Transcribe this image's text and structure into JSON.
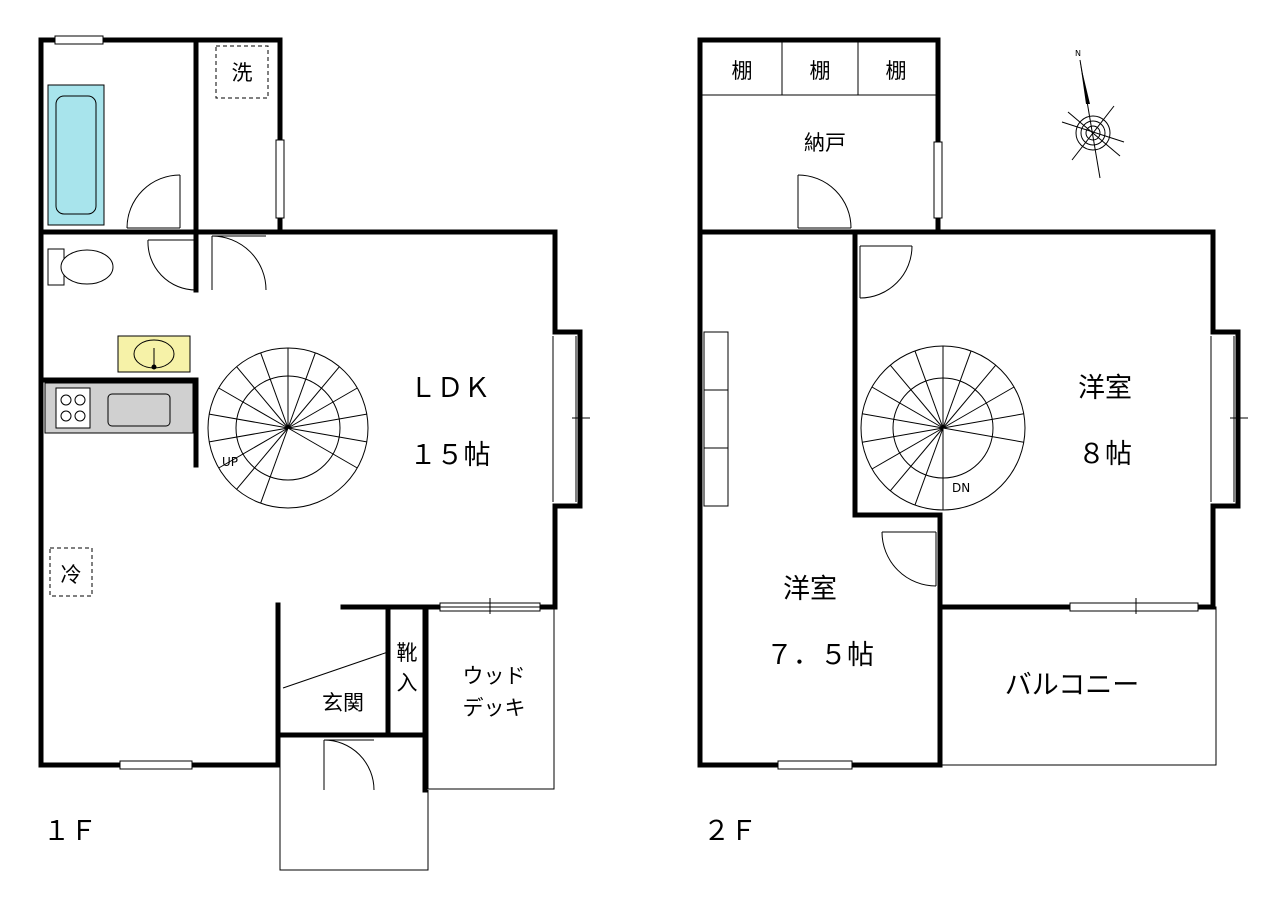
{
  "floor1": {
    "label": "１Ｆ",
    "ldk_name": "ＬＤＫ",
    "ldk_size": "１５帖",
    "stairs": "UP",
    "laundry": "洗",
    "fridge": "冷",
    "entrance": "玄関",
    "shoe_closet_1": "靴",
    "shoe_closet_2": "入",
    "deck_1": "ウッド",
    "deck_2": "デッキ"
  },
  "floor2": {
    "label": "２Ｆ",
    "shelf_1": "棚",
    "shelf_2": "棚",
    "shelf_3": "棚",
    "storage": "納戸",
    "room_a_name": "洋室",
    "room_a_size": "８帖",
    "room_b_name": "洋室",
    "room_b_size": "７．５帖",
    "balcony": "バルコニー",
    "stairs": "DN",
    "compass": "N"
  },
  "colors": {
    "bathtub": "#a8e4ec",
    "sink": "#f6f2a8",
    "counter": "#d0d0d0"
  }
}
